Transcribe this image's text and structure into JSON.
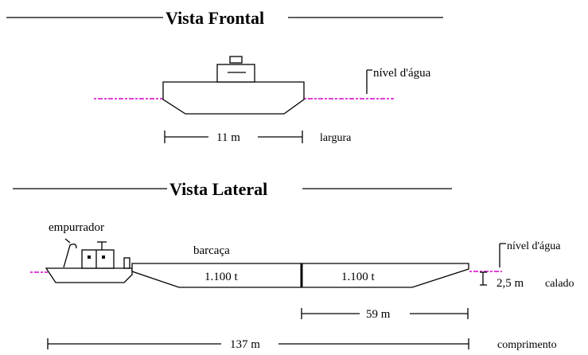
{
  "frontal": {
    "title": "Vista Frontal",
    "water_label": "nível d'água",
    "width_value": "11 m",
    "width_label": "largura"
  },
  "lateral": {
    "title": "Vista Lateral",
    "pusher_label": "empurrador",
    "barge_label": "barcaça",
    "cargo_left": "1.100 t",
    "cargo_right": "1.100 t",
    "water_label": "nível d'água",
    "draft_value": "2,5 m",
    "draft_label": "calado",
    "barge_length": "59 m",
    "total_length": "137 m",
    "length_label": "comprimento"
  },
  "colors": {
    "ink": "#000000",
    "water": "#e040d8",
    "background": "#ffffff"
  }
}
